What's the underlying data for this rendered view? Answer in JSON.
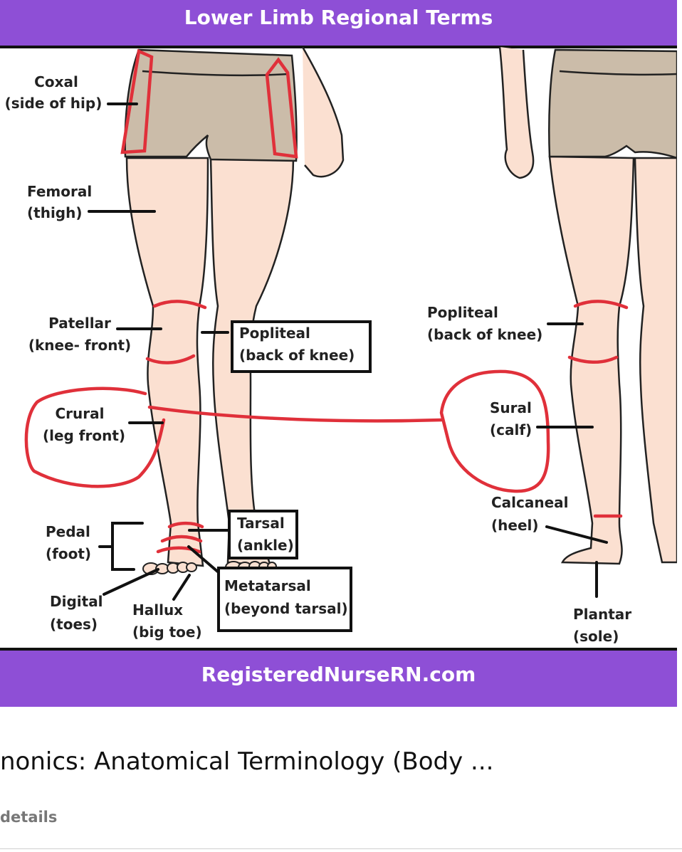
{
  "figure": {
    "title": "Lower Limb Regional Terms",
    "footer": "RegisteredNurseRN.com",
    "colors": {
      "banner": "#8e4fd6",
      "highlight": "#e0303a",
      "skin": "#fbe0d1",
      "shorts": "#cbbca9"
    },
    "labels": {
      "coxal": [
        "Coxal",
        "(side of hip)"
      ],
      "femoral": [
        "Femoral",
        "(thigh)"
      ],
      "patellar": [
        "Patellar",
        "(knee- front)"
      ],
      "popliteal_front": [
        "Popliteal",
        "(back of knee)"
      ],
      "popliteal_back": [
        "Popliteal",
        "(back of knee)"
      ],
      "crural": [
        "Crural",
        "(leg front)"
      ],
      "sural": [
        "Sural",
        "(calf)"
      ],
      "calcaneal": [
        "Calcaneal",
        "(heel)"
      ],
      "pedal": [
        "Pedal",
        "(foot)"
      ],
      "tarsal": [
        "Tarsal",
        "(ankle)"
      ],
      "metatarsal": [
        "Metatarsal",
        "(beyond tarsal)"
      ],
      "digital": [
        "Digital",
        "(toes)"
      ],
      "hallux": [
        "Hallux",
        "(big toe)"
      ],
      "plantar": [
        "Plantar",
        "(sole)"
      ]
    }
  },
  "result": {
    "title": "nonics: Anatomical Terminology (Body ...",
    "details_link": "details"
  }
}
